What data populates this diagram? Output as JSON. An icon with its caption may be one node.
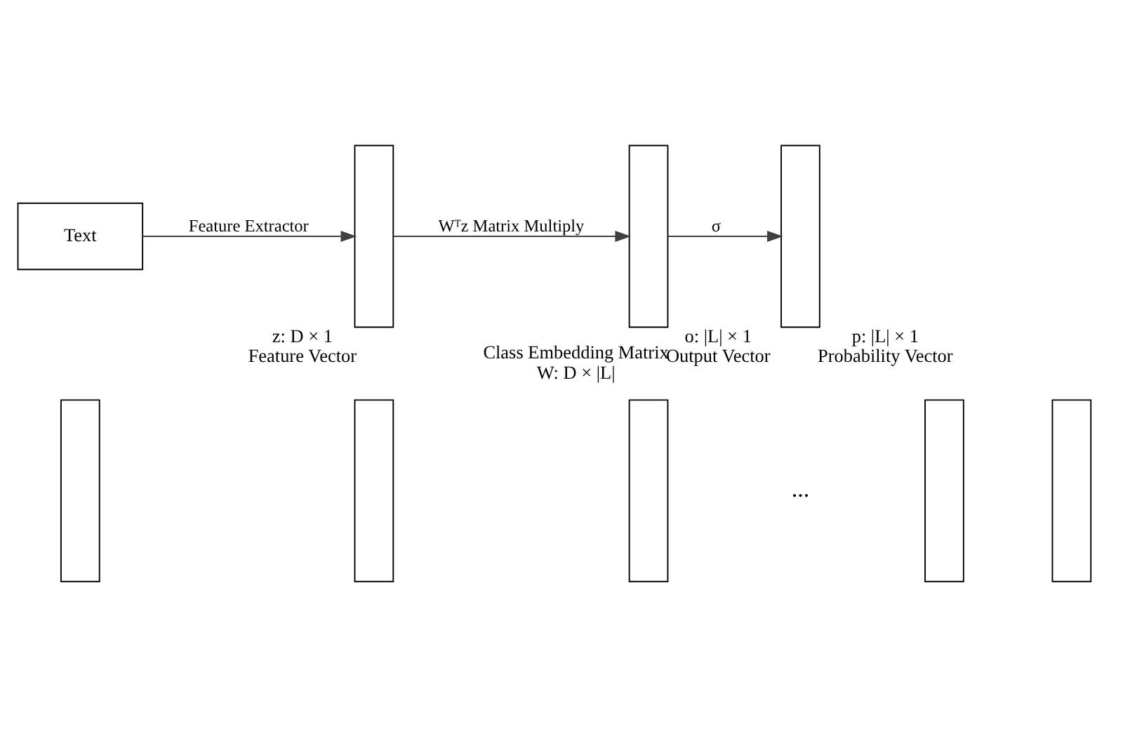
{
  "diagram": {
    "nodes": [
      {
        "text": [],
        "shape": "bar"
      },
      {
        "text": [],
        "shape": "bar"
      },
      {
        "text": [],
        "shape": "bar"
      },
      {
        "text": [],
        "shape": "bar"
      },
      {
        "text": [],
        "shape": "bar"
      },
      {
        "text": [
          "Text"
        ]
      },
      {
        "text": [],
        "shape": "bar",
        "beside": [
          "z: D × 1",
          "Feature Vector"
        ]
      },
      {
        "text": [],
        "shape": "bar",
        "beside": [
          "o: |L| × 1",
          "Output Vector"
        ]
      },
      {
        "text": [],
        "shape": "bar",
        "beside": [
          "p: |L| × 1",
          "Probability Vector"
        ]
      }
    ],
    "edges": [
      {
        "from": 5,
        "to": 6,
        "arrow": "to",
        "label": "Feature Extractor"
      },
      {
        "from": 6,
        "to": 7,
        "arrow": "to",
        "label": "Wᵀz Matrix Multiply"
      },
      {
        "from": 7,
        "to": 8,
        "arrow": "to",
        "label": "σ"
      }
    ],
    "labels": [
      "Class Embedding Matrix",
      "W: D × |L|",
      "..."
    ]
  }
}
